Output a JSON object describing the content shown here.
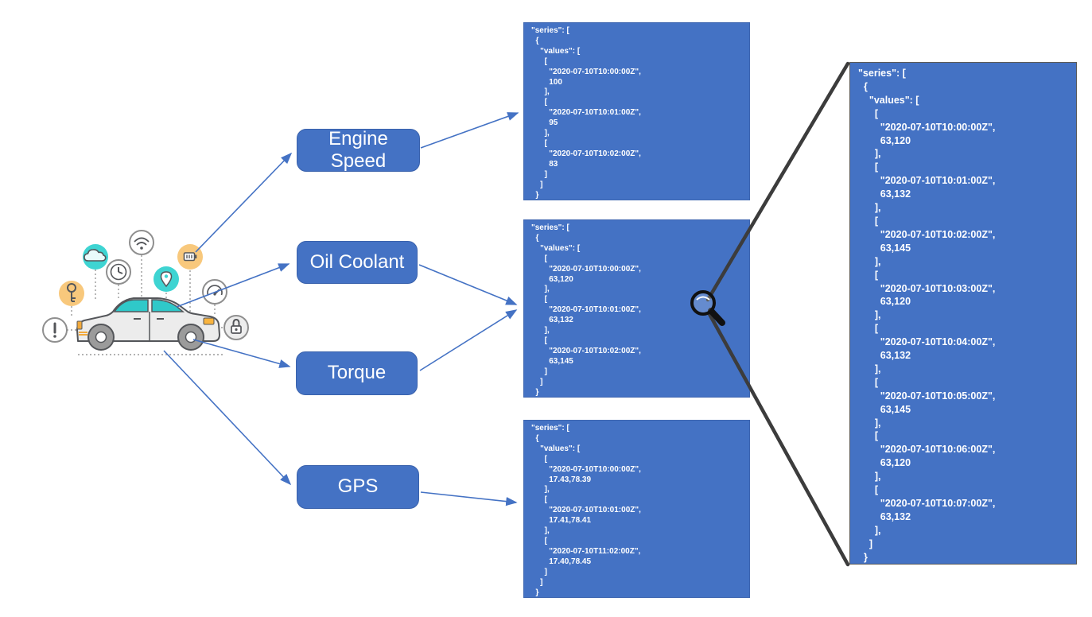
{
  "colors": {
    "block_blue": "#4472C4",
    "arrow_blue": "#4472C4",
    "callout_dark": "#3C3C3C",
    "teal": "#3ED4D2",
    "orange": "#F8C87C",
    "magnifier_black": "#111111",
    "car_body": "#ECECEC",
    "car_outline": "#54565A"
  },
  "car": {
    "description": "connected car with sensor icons",
    "icons": [
      {
        "name": "warning-icon"
      },
      {
        "name": "key-icon"
      },
      {
        "name": "cloud-icon"
      },
      {
        "name": "clock-icon"
      },
      {
        "name": "wifi-icon"
      },
      {
        "name": "location-pin-icon"
      },
      {
        "name": "battery-icon"
      },
      {
        "name": "gauge-icon"
      },
      {
        "name": "lock-icon"
      }
    ]
  },
  "sensors": [
    {
      "label": "Engine Speed"
    },
    {
      "label": "Oil Coolant"
    },
    {
      "label": "Torque"
    },
    {
      "label": "GPS"
    }
  ],
  "json_blocks": {
    "engine_speed": {
      "text": "\"series\": [\n  {\n    \"values\": [\n      [\n        \"2020-07-10T10:00:00Z\",\n        100\n      ],\n      [\n        \"2020-07-10T10:01:00Z\",\n        95\n      ],\n      [\n        \"2020-07-10T10:02:00Z\",\n        83\n      ]\n    ]\n  }"
    },
    "oil_coolant_torque": {
      "text": "\"series\": [\n  {\n    \"values\": [\n      [\n        \"2020-07-10T10:00:00Z\",\n        63,120\n      ],\n      [\n        \"2020-07-10T10:01:00Z\",\n        63,132\n      ],\n      [\n        \"2020-07-10T10:02:00Z\",\n        63,145\n      ]\n    ]\n  }"
    },
    "gps": {
      "text": "\"series\": [\n  {\n    \"values\": [\n      [\n        \"2020-07-10T10:00:00Z\",\n        17.43,78.39\n      ],\n      [\n        \"2020-07-10T10:01:00Z\",\n        17.41,78.41\n      ],\n      [\n        \"2020-07-10T11:02:00Z\",\n        17.40,78.45\n      ]\n    ]\n  }"
    },
    "zoomed": {
      "text": "\"series\": [\n  {\n    \"values\": [\n      [\n        \"2020-07-10T10:00:00Z\",\n        63,120\n      ],\n      [\n        \"2020-07-10T10:01:00Z\",\n        63,132\n      ],\n      [\n        \"2020-07-10T10:02:00Z\",\n        63,145\n      ],\n      [\n        \"2020-07-10T10:03:00Z\",\n        63,120\n      ],\n      [\n        \"2020-07-10T10:04:00Z\",\n        63,132\n      ],\n      [\n        \"2020-07-10T10:05:00Z\",\n        63,145\n      ],\n      [\n        \"2020-07-10T10:06:00Z\",\n        63,120\n      ],\n      [\n        \"2020-07-10T10:07:00Z\",\n        63,132\n      ],\n    ]\n  }"
    }
  }
}
